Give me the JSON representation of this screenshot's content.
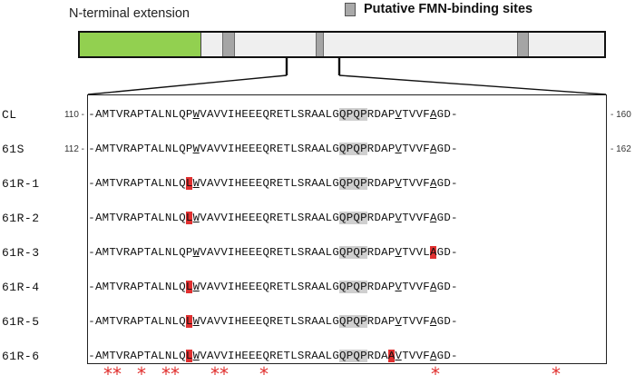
{
  "header": {
    "n_terminal_label": "N-terminal extension",
    "legend_label": "Putative FMN-binding sites"
  },
  "colors": {
    "n_terminal": "#92d050",
    "fmn_site": "#a5a5a5",
    "highlight_conserved": "#cfcfcf",
    "mutation": "#e03030",
    "star": "#e0302e"
  },
  "rows": [
    {
      "label": "CL",
      "start": "110 -",
      "end": "- 160"
    },
    {
      "label": "61S",
      "start": "112 -",
      "end": "- 162"
    },
    {
      "label": "61R-1",
      "start": "",
      "end": ""
    },
    {
      "label": "61R-2",
      "start": "",
      "end": ""
    },
    {
      "label": "61R-3",
      "start": "",
      "end": ""
    },
    {
      "label": "61R-4",
      "start": "",
      "end": ""
    },
    {
      "label": "61R-5",
      "start": "",
      "end": ""
    },
    {
      "label": "61R-6",
      "start": "",
      "end": ""
    }
  ],
  "sequences": [
    "-AMTVRAPTALNLQPWVAVVIHEEEQRETLSRAALGQPQPRDAPVTVVFAGD-",
    "-AMTVRAPTALNLQPWVAVVIHEEEQRETLSRAALGQPQPRDAPVTVVFAGD-",
    "-AMTVRAPTALNLQLWVAVVIHEEEQRETLSRAALGQPQPRDAPVTVVFAGD-",
    "-AMTVRAPTALNLQLWVAVVIHEEEQRETLSRAALGQPQPRDAPVTVVFAGD-",
    "-AMTVRAPTALNLQPWVAVVIHEEEQRETLSRAALGQPQPRDAPVTVVLAGD-",
    "-AMTVRAPTALNLQLWVAVVIHEEEQRETLSRAALGQPQPRDAPVTVVFAGD-",
    "-AMTVRAPTALNLQLWVAVVIHEEEQRETLSRAALGQPQPRDAPVTVVFAGD-",
    "-AMTVRAPTALNLQLWVAVVIHEEEQRETLSRAALGQPQPRDAAVTVVFAGD-"
  ],
  "stars": [
    "**",
    "*",
    "**",
    "**",
    "*",
    "*",
    "*"
  ],
  "marks": {
    "underlined_positions": [
      15,
      44,
      49
    ],
    "grey_positions": [
      36,
      37,
      38,
      39
    ],
    "mutations": [
      [],
      [],
      [
        14
      ],
      [
        14
      ],
      [
        49
      ],
      [
        14
      ],
      [
        14
      ],
      [
        14,
        43
      ]
    ]
  }
}
